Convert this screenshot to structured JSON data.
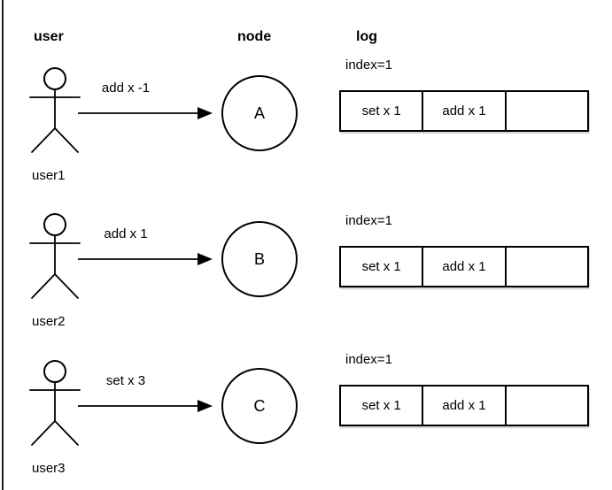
{
  "diagram": {
    "column_headers": {
      "user": "user",
      "node": "node",
      "log": "log"
    }
  },
  "rows": [
    {
      "user_label": "user1",
      "message": "add x -1",
      "node_label": "A",
      "log": {
        "index_label": "index=1",
        "cells": [
          "set x 1",
          "add x 1",
          ""
        ]
      }
    },
    {
      "user_label": "user2",
      "message": "add x 1",
      "node_label": "B",
      "log": {
        "index_label": "index=1",
        "cells": [
          "set x 1",
          "add x 1",
          ""
        ]
      }
    },
    {
      "user_label": "user3",
      "message": "set x 3",
      "node_label": "C",
      "log": {
        "index_label": "index=1",
        "cells": [
          "set x 1",
          "add x 1",
          ""
        ]
      }
    }
  ],
  "colors": {
    "stroke": "#000000",
    "background": "#ffffff"
  }
}
